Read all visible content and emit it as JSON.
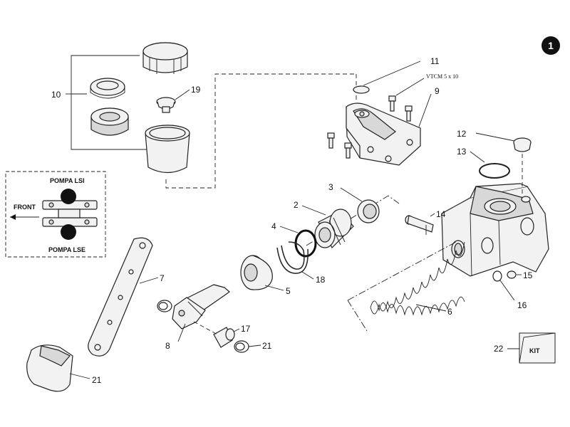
{
  "badge": {
    "label": "1"
  },
  "screw_spec": "VTCM 5 x 10",
  "inset": {
    "top_label": "POMPA LSI",
    "bottom_label": "POMPA LSE",
    "front_label": "FRONT"
  },
  "kit_label": "KIT",
  "callouts": [
    "1",
    "2",
    "3",
    "4",
    "5",
    "6",
    "7",
    "8",
    "9",
    "10",
    "11",
    "12",
    "13",
    "14",
    "15",
    "16",
    "17",
    "18",
    "19",
    "21",
    "21",
    "22"
  ]
}
